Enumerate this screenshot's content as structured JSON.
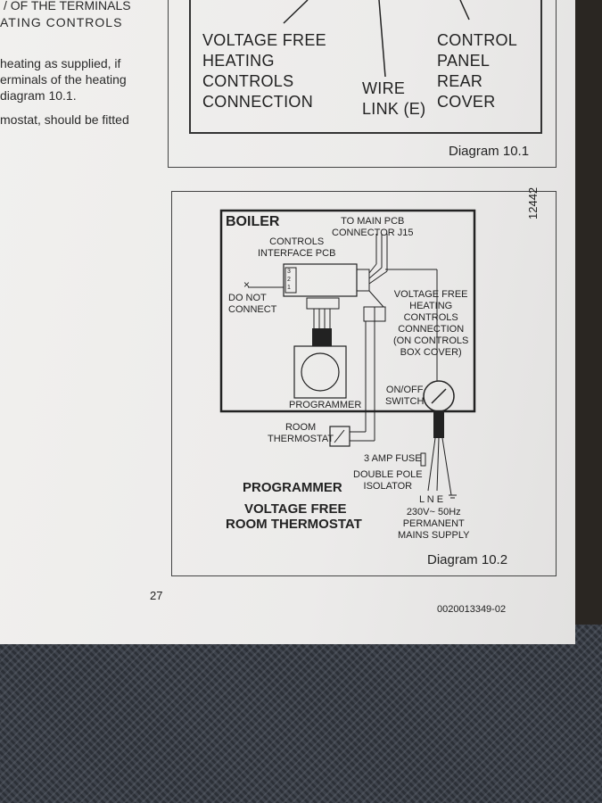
{
  "left_text": {
    "line1": "/ OF THE TERMINALS",
    "line2": "ATING  CONTROLS",
    "line3": "heating as supplied, if",
    "line4": "erminals of the heating",
    "line5": "diagram 10.1.",
    "line6": "mostat, should be fitted"
  },
  "diagram1": {
    "label_voltage_free": [
      "VOLTAGE FREE",
      "HEATING",
      "CONTROLS",
      "CONNECTION"
    ],
    "label_wire_link": [
      "WIRE",
      "LINK (E)"
    ],
    "label_control_panel": [
      "CONTROL",
      "PANEL",
      "REAR",
      "COVER"
    ],
    "caption": "Diagram 10.1"
  },
  "diagram2": {
    "id_number": "12442",
    "boiler": "BOILER",
    "to_main_pcb": [
      "TO MAIN PCB",
      "CONNECTOR J15"
    ],
    "controls_interface": [
      "CONTROLS",
      "INTERFACE PCB"
    ],
    "do_not_connect": [
      "DO NOT",
      "CONNECT"
    ],
    "voltage_free": [
      "VOLTAGE FREE",
      "HEATING",
      "CONTROLS",
      "CONNECTION",
      "(ON CONTROLS",
      "BOX COVER)"
    ],
    "programmer": "PROGRAMMER",
    "onoff_switch": [
      "ON/OFF",
      "SWITCH"
    ],
    "room_thermostat": [
      "ROOM",
      "THERMOSTAT"
    ],
    "fuse": "3 AMP FUSE",
    "isolator": [
      "DOUBLE POLE",
      "ISOLATOR"
    ],
    "lne": "L  N  E",
    "supply": [
      "230V~ 50Hz",
      "PERMANENT",
      "MAINS SUPPLY"
    ],
    "title": [
      "PROGRAMMER",
      "VOLTAGE FREE",
      "ROOM THERMOSTAT"
    ],
    "connector_numbers": [
      "3",
      "2",
      "1"
    ],
    "caption": "Diagram 10.2"
  },
  "footer": {
    "page_number": "27",
    "doc_code": "0020013349-02"
  }
}
